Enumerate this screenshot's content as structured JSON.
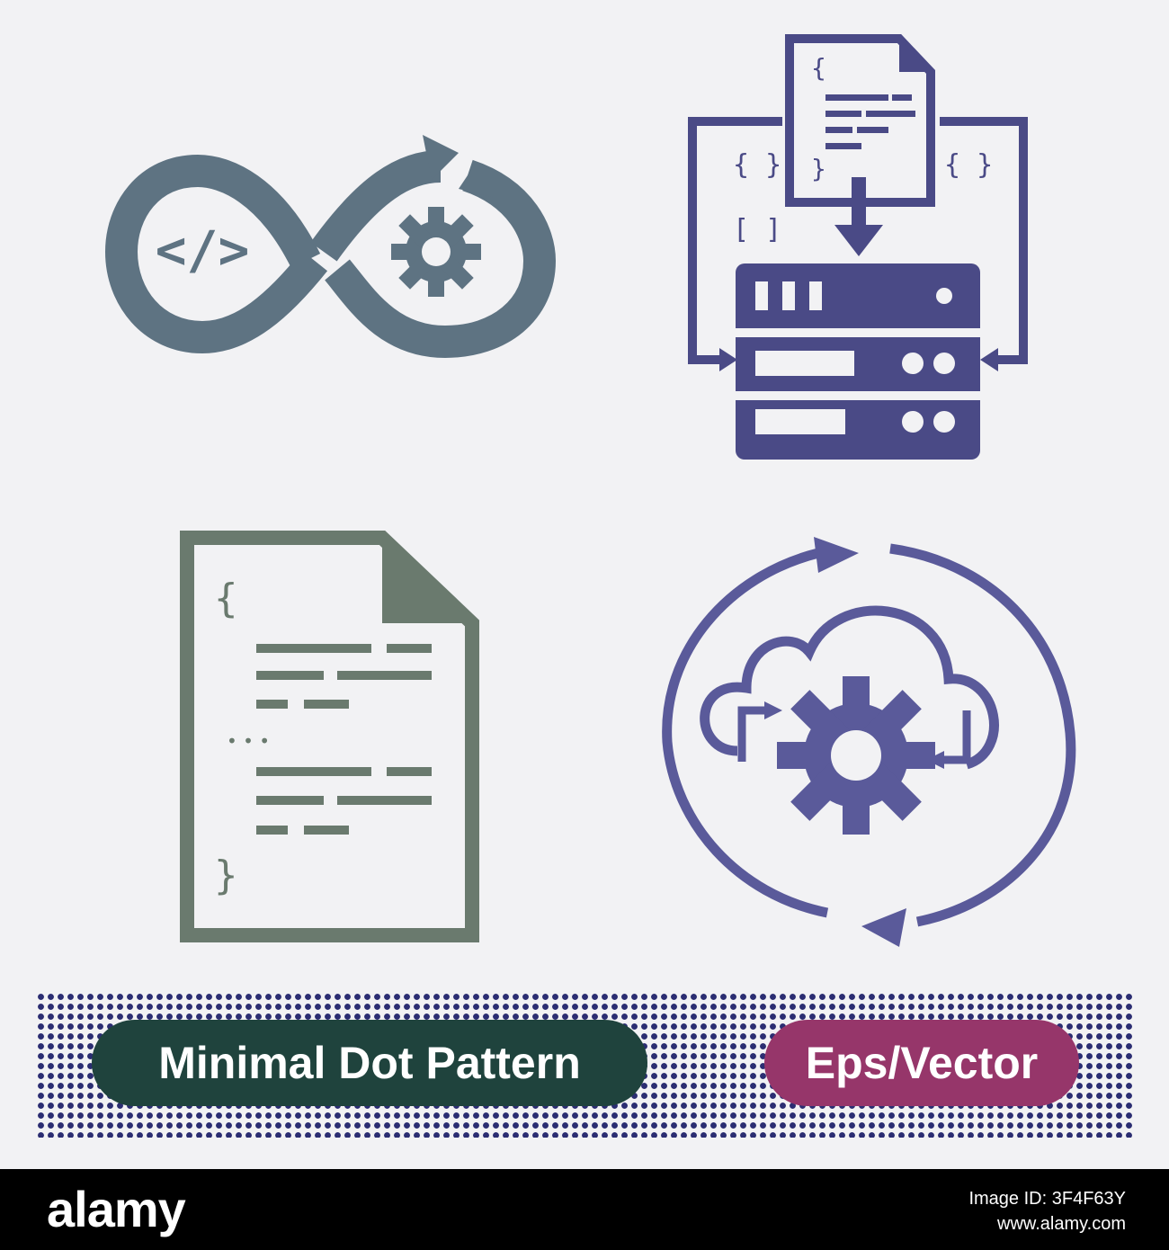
{
  "colors": {
    "background": "#f2f2f4",
    "icon_teal": "#5e7382",
    "icon_indigo": "#4a4a86",
    "icon_green": "#6a7a6e",
    "icon_purple": "#5a5a9a",
    "banner_dots": "#2b2d72",
    "pill_left": "#1f433d",
    "pill_right": "#96366a",
    "footer": "#000000"
  },
  "icons": [
    {
      "name": "devops-infinity-icon",
      "code_symbol": "</>"
    },
    {
      "name": "server-config-icon",
      "brace_left": "{ }",
      "brace_left_2": "[ ]",
      "brace_right": "{ }",
      "doc_open": "{",
      "doc_close": "}"
    },
    {
      "name": "code-file-icon",
      "open": "{",
      "dots": "• • •",
      "close": "}"
    },
    {
      "name": "cloud-sync-icon"
    }
  ],
  "banner": {
    "left_label": "Minimal Dot Pattern",
    "right_label": "Eps/Vector"
  },
  "footer": {
    "logo": "alamy",
    "image_id": "Image ID: 3F4F63Y",
    "site": "www.alamy.com"
  }
}
